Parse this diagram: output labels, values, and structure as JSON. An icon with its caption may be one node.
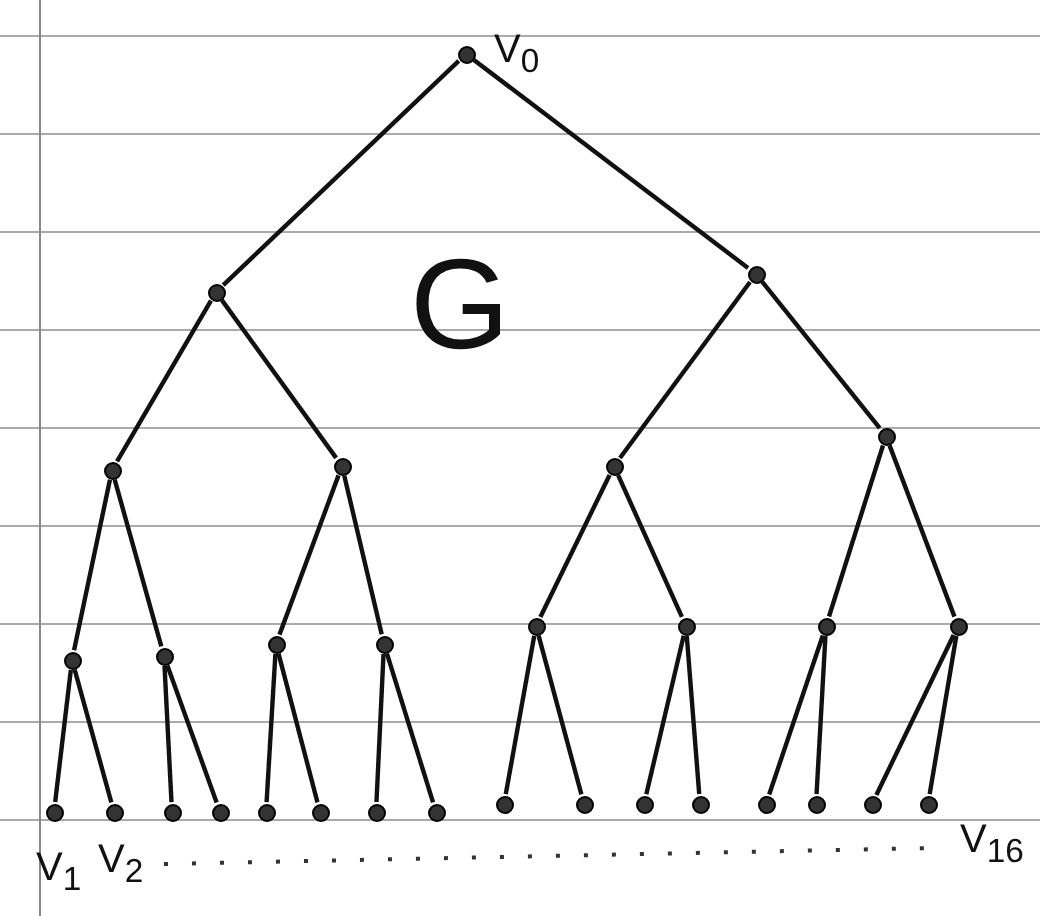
{
  "diagram": {
    "nodes": [
      {
        "text": [],
        "shape": "circle",
        "beside": [
          "V$_{0}$"
        ]
      },
      {
        "text": [],
        "shape": "circle"
      },
      {
        "text": [],
        "shape": "circle"
      },
      {
        "text": [],
        "shape": "circle"
      },
      {
        "text": [],
        "shape": "circle"
      },
      {
        "text": [],
        "shape": "circle"
      },
      {
        "text": [],
        "shape": "circle"
      },
      {
        "text": [],
        "shape": "circle"
      },
      {
        "text": [],
        "shape": "circle"
      },
      {
        "text": [],
        "shape": "circle"
      },
      {
        "text": [],
        "shape": "circle"
      },
      {
        "text": [],
        "shape": "circle"
      },
      {
        "text": [],
        "shape": "circle"
      },
      {
        "text": [],
        "shape": "circle"
      },
      {
        "text": [],
        "shape": "circle"
      },
      {
        "text": [],
        "shape": "circle",
        "beside": [
          "V$_{1}$"
        ]
      },
      {
        "text": [],
        "shape": "circle",
        "beside": [
          "V$_{2}$"
        ]
      },
      {
        "text": [],
        "shape": "circle"
      },
      {
        "text": [],
        "shape": "circle"
      },
      {
        "text": [],
        "shape": "circle"
      },
      {
        "text": [],
        "shape": "circle"
      },
      {
        "text": [],
        "shape": "circle"
      },
      {
        "text": [],
        "shape": "circle"
      },
      {
        "text": [],
        "shape": "circle"
      },
      {
        "text": [],
        "shape": "circle"
      },
      {
        "text": [],
        "shape": "circle"
      },
      {
        "text": [],
        "shape": "circle"
      },
      {
        "text": [],
        "shape": "circle"
      },
      {
        "text": [],
        "shape": "circle"
      },
      {
        "text": [],
        "shape": "circle"
      },
      {
        "text": [],
        "shape": "circle",
        "beside": [
          "V$_{16}$"
        ]
      }
    ],
    "edges": [
      {
        "from": 0,
        "to": 1,
        "arrow": "none"
      },
      {
        "from": 0,
        "to": 2,
        "arrow": "none"
      },
      {
        "from": 1,
        "to": 3,
        "arrow": "none"
      },
      {
        "from": 1,
        "to": 4,
        "arrow": "none"
      },
      {
        "from": 2,
        "to": 5,
        "arrow": "none"
      },
      {
        "from": 2,
        "to": 6,
        "arrow": "none"
      },
      {
        "from": 3,
        "to": 7,
        "arrow": "none"
      },
      {
        "from": 3,
        "to": 8,
        "arrow": "none"
      },
      {
        "from": 4,
        "to": 9,
        "arrow": "none"
      },
      {
        "from": 4,
        "to": 10,
        "arrow": "none"
      },
      {
        "from": 5,
        "to": 11,
        "arrow": "none"
      },
      {
        "from": 5,
        "to": 12,
        "arrow": "none"
      },
      {
        "from": 6,
        "to": 13,
        "arrow": "none"
      },
      {
        "from": 6,
        "to": 14,
        "arrow": "none"
      },
      {
        "from": 7,
        "to": 15,
        "arrow": "none"
      },
      {
        "from": 7,
        "to": 16,
        "arrow": "none"
      },
      {
        "from": 8,
        "to": 17,
        "arrow": "none"
      },
      {
        "from": 8,
        "to": 18,
        "arrow": "none"
      },
      {
        "from": 9,
        "to": 19,
        "arrow": "none"
      },
      {
        "from": 9,
        "to": 20,
        "arrow": "none"
      },
      {
        "from": 10,
        "to": 21,
        "arrow": "none"
      },
      {
        "from": 10,
        "to": 22,
        "arrow": "none"
      },
      {
        "from": 11,
        "to": 23,
        "arrow": "none"
      },
      {
        "from": 11,
        "to": 24,
        "arrow": "none"
      },
      {
        "from": 12,
        "to": 25,
        "arrow": "none"
      },
      {
        "from": 12,
        "to": 26,
        "arrow": "none"
      },
      {
        "from": 13,
        "to": 27,
        "arrow": "none"
      },
      {
        "from": 13,
        "to": 28,
        "arrow": "none"
      },
      {
        "from": 14,
        "to": 29,
        "arrow": "none"
      },
      {
        "from": 14,
        "to": 30,
        "arrow": "none"
      }
    ],
    "labels": [
      "G"
    ]
  }
}
